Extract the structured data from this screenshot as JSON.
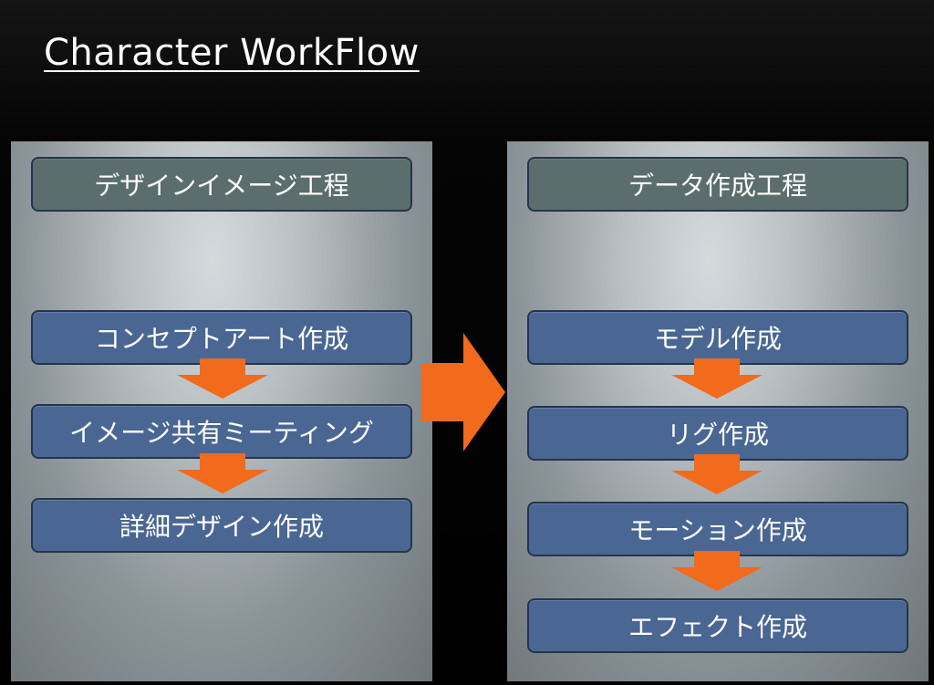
{
  "title": "Character WorkFlow",
  "colors": {
    "header_box": "#5b6d6d",
    "step_box": "#4a6793",
    "arrow": "#f26a1b",
    "background": "#000000"
  },
  "left_section": {
    "header": "デザインイメージ工程",
    "steps": [
      "コンセプトアート作成",
      "イメージ共有ミーティング",
      "詳細デザイン作成"
    ]
  },
  "right_section": {
    "header": "データ作成工程",
    "steps": [
      "モデル作成",
      "リグ作成",
      "モーション作成",
      "エフェクト作成"
    ]
  },
  "icons": {
    "step_arrow": "down-arrow-icon",
    "section_arrow": "right-arrow-icon"
  }
}
